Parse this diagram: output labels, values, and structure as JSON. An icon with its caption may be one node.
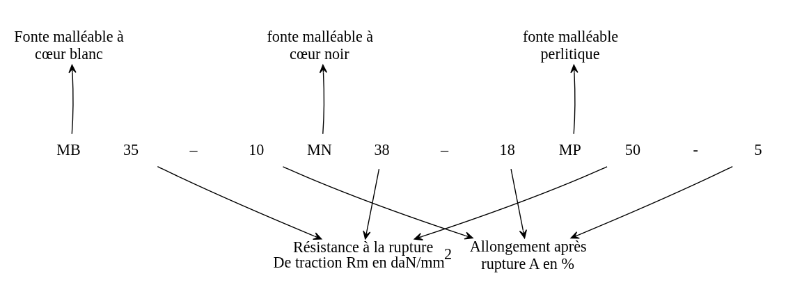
{
  "diagram": {
    "nodes": [
      {
        "text": [
          "Fonte malléable à cœur blanc"
        ]
      },
      {
        "text": [
          "fonte malléable à cœur noir"
        ]
      },
      {
        "text": [
          "fonte malléable perlitique"
        ]
      },
      {
        "text": [
          "MB"
        ]
      },
      {
        "text": [
          "35"
        ]
      },
      {
        "text": [
          "10"
        ]
      },
      {
        "text": [
          "MN"
        ]
      },
      {
        "text": [
          "38"
        ]
      },
      {
        "text": [
          "18"
        ]
      },
      {
        "text": [
          "MP"
        ]
      },
      {
        "text": [
          "50"
        ]
      },
      {
        "text": [
          "5"
        ]
      },
      {
        "text": [
          "Résistance à la rupture De traction Rm en daN/mm$^{2}$"
        ]
      },
      {
        "text": [
          "Allongement après rupture A en %"
        ]
      }
    ],
    "edges": [
      {
        "from": 3,
        "to": 0,
        "arrow": "to"
      },
      {
        "from": 4,
        "to": 12,
        "arrow": "to"
      },
      {
        "from": 5,
        "to": 13,
        "arrow": "to"
      },
      {
        "from": 6,
        "to": 1,
        "arrow": "to"
      },
      {
        "from": 7,
        "to": 12,
        "arrow": "to"
      },
      {
        "from": 8,
        "to": 13,
        "arrow": "to"
      },
      {
        "from": 9,
        "to": 2,
        "arrow": "to"
      },
      {
        "from": 10,
        "to": 12,
        "arrow": "to"
      },
      {
        "from": 11,
        "to": 13,
        "arrow": "to"
      }
    ],
    "labels": [
      "–",
      "–",
      "-"
    ]
  }
}
